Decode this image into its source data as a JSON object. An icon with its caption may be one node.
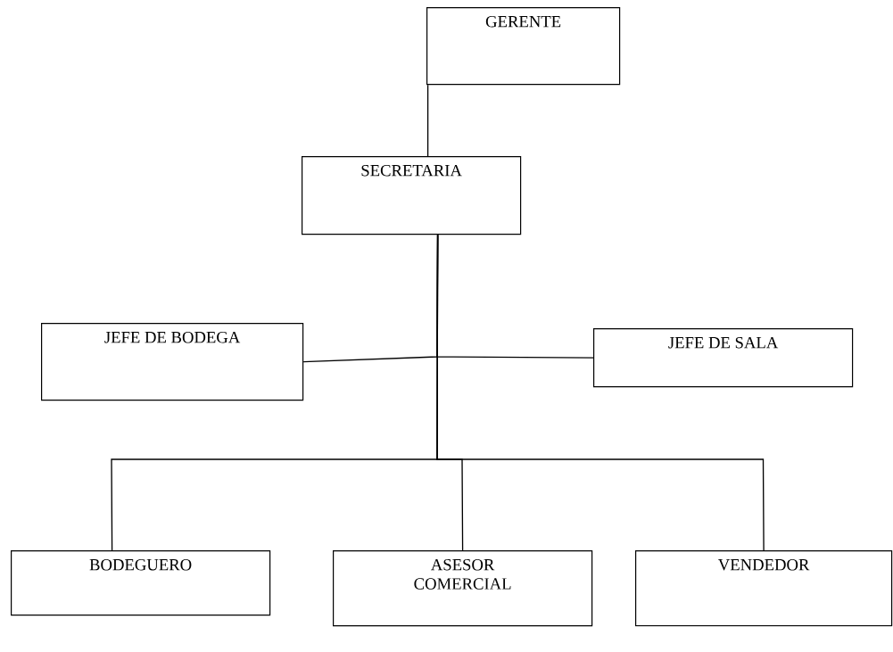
{
  "diagram": {
    "nodes": [
      {
        "text": [
          "GERENTE"
        ]
      },
      {
        "text": [
          "SECRETARIA"
        ]
      },
      {
        "text": [
          "JEFE DE BODEGA"
        ]
      },
      {
        "text": [
          "JEFE DE SALA"
        ]
      },
      {
        "text": [
          "BODEGUERO"
        ]
      },
      {
        "text": [
          "ASESOR COMERCIAL"
        ]
      },
      {
        "text": [
          "VENDEDOR"
        ]
      }
    ],
    "edges": [
      {
        "from": 0,
        "to": 1,
        "arrow": "none"
      },
      {
        "from": 1,
        "to": 2,
        "arrow": "none"
      },
      {
        "from": 1,
        "to": 3,
        "arrow": "none"
      },
      {
        "from": 1,
        "to": 4,
        "arrow": "none"
      },
      {
        "from": 1,
        "to": 5,
        "arrow": "none"
      },
      {
        "from": 1,
        "to": 6,
        "arrow": "none"
      }
    ]
  }
}
